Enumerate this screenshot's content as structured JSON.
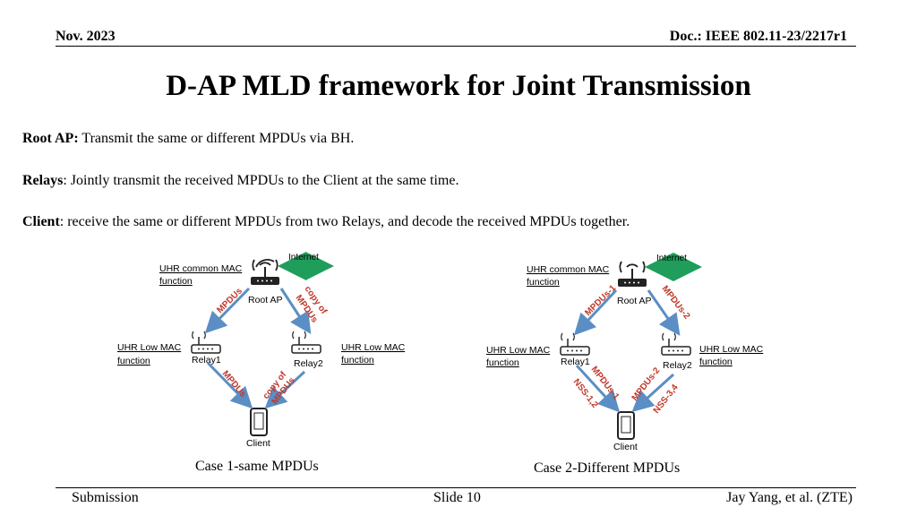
{
  "header": {
    "date": "Nov. 2023",
    "doc": "Doc.: IEEE 802.11-23/2217r1"
  },
  "title": "D-AP MLD framework for Joint Transmission",
  "bullets": [
    {
      "term": "Root AP:",
      "text": " Transmit the same or different MPDUs via BH."
    },
    {
      "term": "Relays",
      "text": ":  Jointly transmit the received MPDUs to the Client at the same time."
    },
    {
      "term": "Client",
      "text": ": receive the same or different MPDUs from two Relays, and decode the received MPDUs together."
    }
  ],
  "case1": {
    "internet": "Internet",
    "common_mac": [
      "UHR common MAC",
      "function"
    ],
    "root_ap": "Root AP",
    "left_low_mac": [
      "UHR Low MAC",
      "function"
    ],
    "right_low_mac": [
      "UHR Low MAC",
      "function"
    ],
    "relay1": "Relay1",
    "relay2": "Relay2",
    "client": "Client",
    "label_root_relay1": "MPDUs",
    "label_root_relay2": [
      "copy of",
      "MPDUs"
    ],
    "label_relay1_client": "MPDUs",
    "label_relay2_client": [
      "copy of",
      "MPDUs"
    ],
    "caption": "Case 1-same MPDUs"
  },
  "case2": {
    "internet": "Internet",
    "common_mac": [
      "UHR common MAC",
      "function"
    ],
    "root_ap": "Root AP",
    "left_low_mac": [
      "UHR Low MAC",
      "function"
    ],
    "right_low_mac": [
      "UHR Low MAC",
      "function"
    ],
    "relay1": "Relay1",
    "relay2": "Relay2",
    "client": "Client",
    "label_root_relay1": "MPDUs-1",
    "label_root_relay2": "MPDUs-2",
    "label_relay1_client": [
      "MPDUs-1",
      "NSS-1,2"
    ],
    "label_relay2_client": [
      "MPDUs-2",
      "NSS-3,4"
    ],
    "caption": "Case 2-Different MPDUs"
  },
  "footer": {
    "left": "Submission",
    "center": "Slide 10",
    "right": "Jay Yang, et al. (ZTE)"
  },
  "colors": {
    "arrow": "#5b8ec4",
    "internet_arrow": "#1e9e5a",
    "label_red": "#c0392b"
  }
}
